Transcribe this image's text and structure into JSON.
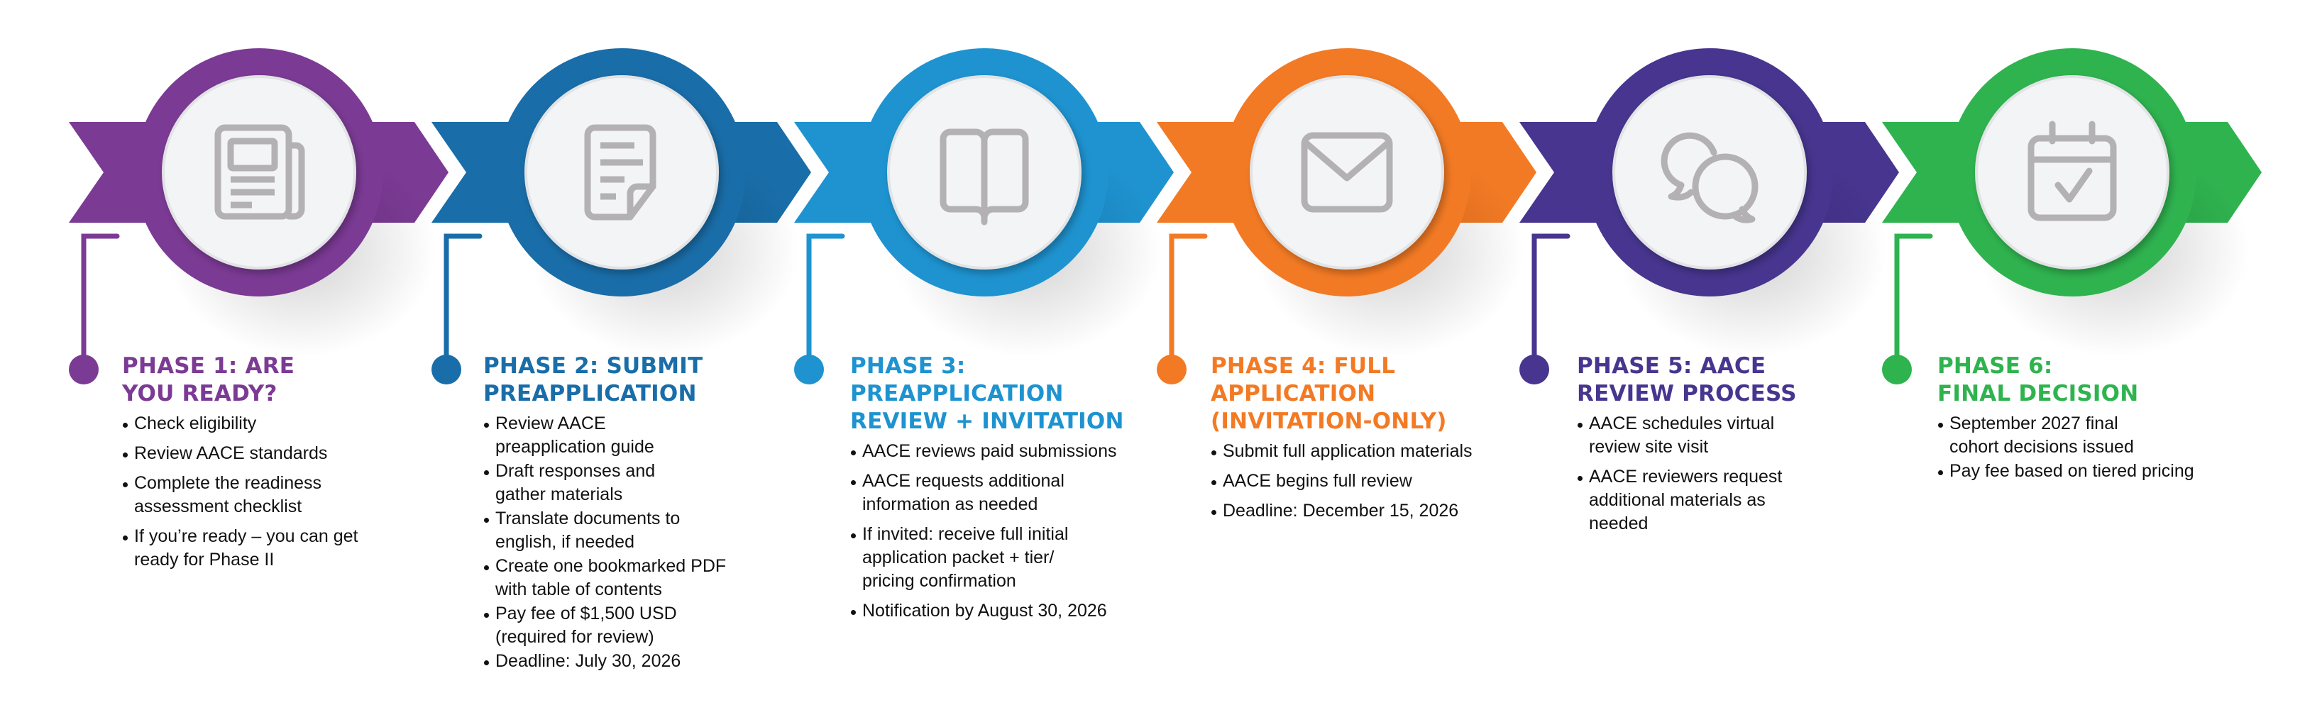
{
  "infographic": {
    "title": "",
    "icon_color": "#B3B1B3",
    "inner_circle_color": "#F3F4F6",
    "phases": [
      {
        "id": "phase-1",
        "color": "#7B3A94",
        "icon": "newspaper-icon",
        "title": "PHASE 1: ARE\nYOU READY?",
        "items": [
          "Check eligibility",
          "Review AACE standards",
          "Complete the readiness assessment checklist",
          "If you’re ready – you can get ready for Phase II"
        ]
      },
      {
        "id": "phase-2",
        "color": "#196DA8",
        "icon": "document-icon",
        "title": "PHASE 2: SUBMIT\nPREAPPLICATION",
        "items": [
          "Review AACE preapplication guide",
          "Draft responses and gather materials",
          "Translate documents to english, if needed",
          "Create one bookmarked PDF with table of contents",
          "Pay fee of $1,500 USD (required for review)",
          "Deadline: July 30, 2026"
        ]
      },
      {
        "id": "phase-3",
        "color": "#1E93D0",
        "icon": "open-book-icon",
        "title": "PHASE 3:\nPREAPPLICATION\nREVIEW + INVITATION",
        "items": [
          "AACE reviews paid submissions",
          "AACE requests additional information as needed",
          "If invited: receive full initial application packet + tier/ pricing confirmation",
          "Notification by August 30, 2026"
        ]
      },
      {
        "id": "phase-4",
        "color": "#F37A24",
        "icon": "envelope-icon",
        "title": "PHASE 4: FULL\n APPLICATION\n(INVITATION-ONLY)",
        "items": [
          "Submit full application materials",
          "AACE begins full review",
          "Deadline: December 15, 2026"
        ]
      },
      {
        "id": "phase-5",
        "color": "#47358F",
        "icon": "chat-bubbles-icon",
        "title": "PHASE 5: AACE\nREVIEW PROCESS",
        "items": [
          "AACE schedules virtual review site visit",
          "AACE reviewers request additional materials as needed"
        ]
      },
      {
        "id": "phase-6",
        "color": "#2FB34F",
        "icon": "calendar-check-icon",
        "title": "PHASE 6:\nFINAL DECISION",
        "items": [
          "September 2027 final cohort decisions issued",
          "Pay fee based on tiered pricing"
        ]
      }
    ]
  }
}
